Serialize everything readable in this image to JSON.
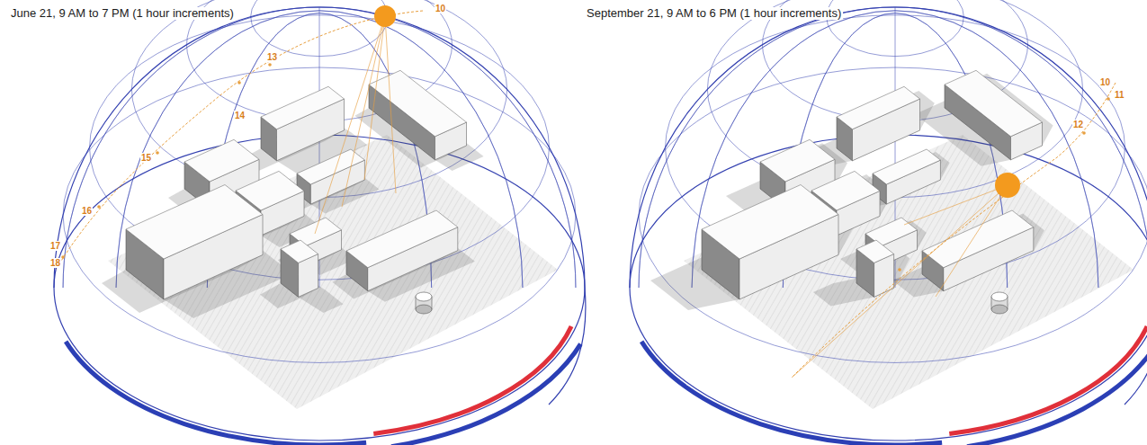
{
  "diagram": {
    "labels": [
      "June 21, 9 AM to 7 PM (1 hour increments)",
      "13",
      "14",
      "15",
      "16",
      "17",
      "18",
      "10",
      "September 21, 9 AM to 6 PM (1 hour increments)",
      "10",
      "11",
      "12"
    ]
  }
}
